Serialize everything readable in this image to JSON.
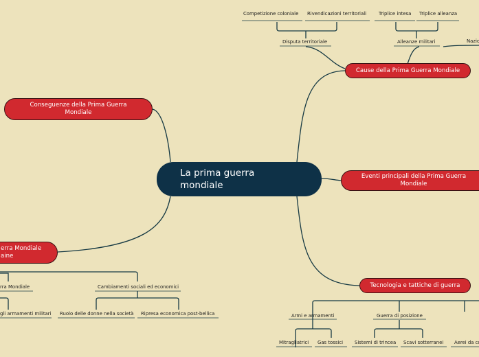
{
  "center": {
    "title_line1": "La prima guerra",
    "title_line2": "mondiale"
  },
  "branches": {
    "cause": "Cause della Prima Guerra Mondiale",
    "eventi_line1": "Eventi principali della Prima Guerra",
    "eventi_line2": "Mondiale",
    "conseguenze_line1": "Conseguenze della Prima Guerra",
    "conseguenze_line2": "Mondiale",
    "tecnologia": "Tecnologia e tattiche di guerra",
    "partial_left_line1": "erra Mondiale",
    "partial_left_line2": "aine"
  },
  "cause_children": {
    "disputa": "Disputa territoriale",
    "alleanze": "Alleanze militari",
    "nazio": "Nazio",
    "competizione": "Competizione coloniale",
    "rivendicazioni": "Rivendicazioni territoriali",
    "triplice_intesa": "Triplice intesa",
    "triplice_alleanza": "Triplice alleanza"
  },
  "tecnologia_children": {
    "armi": "Armi e armamenti",
    "guerra_posizione": "Guerra di posizione",
    "aerei": "Aerei da co",
    "mitragliatrici": "Mitragliatrici",
    "gas": "Gas tossici",
    "trincea": "Sistemi di trincea",
    "scavi": "Scavi sotterranei"
  },
  "left_children": {
    "partial_mondiale": "rra Mondiale",
    "cambiamenti": "Cambiamenti sociali ed economici",
    "armamenti": "gli armamenti militari",
    "donne": "Ruolo delle donne nella società",
    "ripresa": "Ripresa economica post-bellica"
  },
  "colors": {
    "background": "#ede3bc",
    "topic": "#d1292f",
    "center": "#0e3147",
    "line": "#173a44"
  }
}
